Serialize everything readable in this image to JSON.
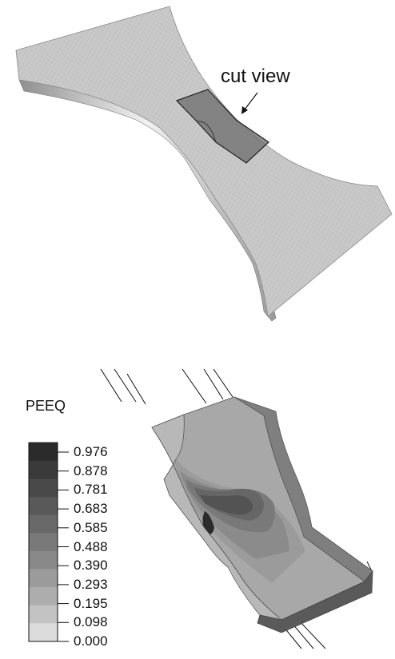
{
  "top_view": {
    "callout_label": "cut view"
  },
  "contour_legend": {
    "title": "PEEQ",
    "levels": [
      "0.976",
      "0.878",
      "0.781",
      "0.683",
      "0.585",
      "0.488",
      "0.390",
      "0.293",
      "0.195",
      "0.098",
      "0.000"
    ],
    "colors": [
      "#2b2b2b",
      "#3a3a3a",
      "#494949",
      "#595959",
      "#696969",
      "#797979",
      "#898989",
      "#9b9b9b",
      "#adadad",
      "#c3c3c3",
      "#dcdcdc"
    ]
  }
}
